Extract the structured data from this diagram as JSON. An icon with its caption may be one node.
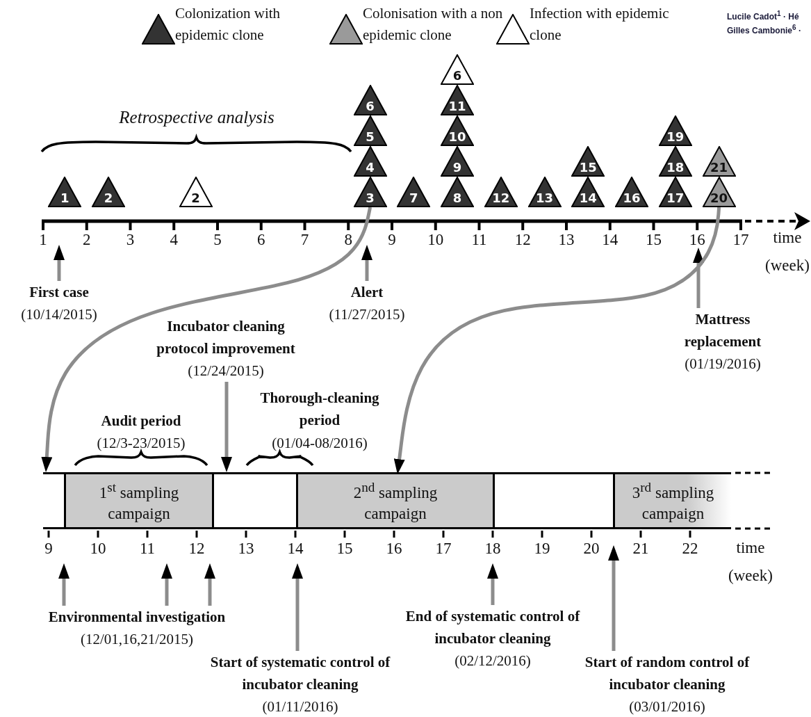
{
  "diagram": {
    "nodes": [
      {
        "text": [
          "1"
        ]
      },
      {
        "text": [
          "2"
        ]
      },
      {
        "text": [
          "2"
        ]
      },
      {
        "text": [
          "3"
        ]
      },
      {
        "text": [
          "4"
        ]
      },
      {
        "text": [
          "5"
        ]
      },
      {
        "text": [
          "6"
        ]
      },
      {
        "text": [
          "7"
        ]
      },
      {
        "text": [
          "8"
        ]
      },
      {
        "text": [
          "9"
        ]
      },
      {
        "text": [
          "10"
        ]
      },
      {
        "text": [
          "11"
        ]
      },
      {
        "text": [
          "6"
        ]
      },
      {
        "text": [
          "12"
        ]
      },
      {
        "text": [
          "13"
        ]
      },
      {
        "text": [
          "14"
        ]
      },
      {
        "text": [
          "15"
        ]
      },
      {
        "text": [
          "16"
        ]
      },
      {
        "text": [
          "17"
        ]
      },
      {
        "text": [
          "18"
        ]
      },
      {
        "text": [
          "19"
        ]
      },
      {
        "text": [
          "20"
        ]
      },
      {
        "text": [
          "21"
        ]
      },
      {
        "text": [
          "First case",
          "(10/14/2015)"
        ]
      },
      {
        "text": [
          "Alert",
          "(11/27/2015)"
        ]
      },
      {
        "text": [
          "Mattress replacement",
          "(01/19/2016)"
        ]
      },
      {
        "text": [
          "Incubator cleaning protocol improvement",
          "(12/24/2015)"
        ]
      },
      {
        "text": [],
        "shape": "bar"
      },
      {
        "text": [
          "1$^{st}$ sampling campaign"
        ],
        "in": 27
      },
      {
        "text": [
          "2$^{nd}$ sampling campaign"
        ],
        "in": 27
      },
      {
        "text": [
          "3$^{rd}$ sampling campaign"
        ],
        "in": 27
      },
      {
        "text": [
          "Environmental investigation",
          "(12/01,16,21/2015)"
        ]
      },
      {
        "text": [
          "Start of systematic control of incubator cleaning",
          "(01/11/2016)"
        ]
      },
      {
        "text": [
          "End of systematic control of incubator cleaning",
          "(02/12/2016)"
        ]
      },
      {
        "text": [
          "Start of random control of incubator cleaning",
          "(03/01/2016)"
        ]
      }
    ],
    "edges": [
      {
        "from": 23,
        "to": null,
        "arrow": "to"
      },
      {
        "from": 24,
        "to": null,
        "arrow": "to"
      },
      {
        "from": 25,
        "to": null,
        "arrow": "to"
      },
      {
        "from": 26,
        "to": 27,
        "arrow": "to"
      },
      {
        "from": 31,
        "to": null,
        "arrow": "to"
      },
      {
        "from": 31,
        "to": null,
        "arrow": "to"
      },
      {
        "from": 31,
        "to": null,
        "arrow": "to"
      },
      {
        "from": 32,
        "to": null,
        "arrow": "to"
      },
      {
        "from": 33,
        "to": null,
        "arrow": "to"
      },
      {
        "from": 34,
        "to": null,
        "arrow": "to"
      },
      {
        "from": 3,
        "to": 27,
        "arrow": "to"
      },
      {
        "from": 21,
        "to": 29,
        "arrow": "to"
      }
    ],
    "labels": [
      "Lucile Cadot$^{1}$ · Hé",
      "Gilles Cambonie$^{6}$ ·",
      "Retrospective analysis",
      "1",
      "2",
      "3",
      "4",
      "5",
      "6",
      "7",
      "8",
      "9",
      "10",
      "11",
      "12",
      "13",
      "14",
      "15",
      "16",
      "17",
      "time (week)",
      "Audit period",
      "(12/3-23/2015)",
      "Thorough-cleaning period",
      "(01/04-08/2016)",
      "9",
      "10",
      "11",
      "12",
      "13",
      "14",
      "15",
      "16",
      "17",
      "18",
      "19",
      "20",
      "21",
      "22",
      "time (week)"
    ],
    "legend": [
      {
        "text": "Colonization with epidemic clone"
      },
      {
        "text": "Colonisation with a non epidemic clone"
      },
      {
        "text": "Infection with epidemic clone"
      }
    ]
  }
}
